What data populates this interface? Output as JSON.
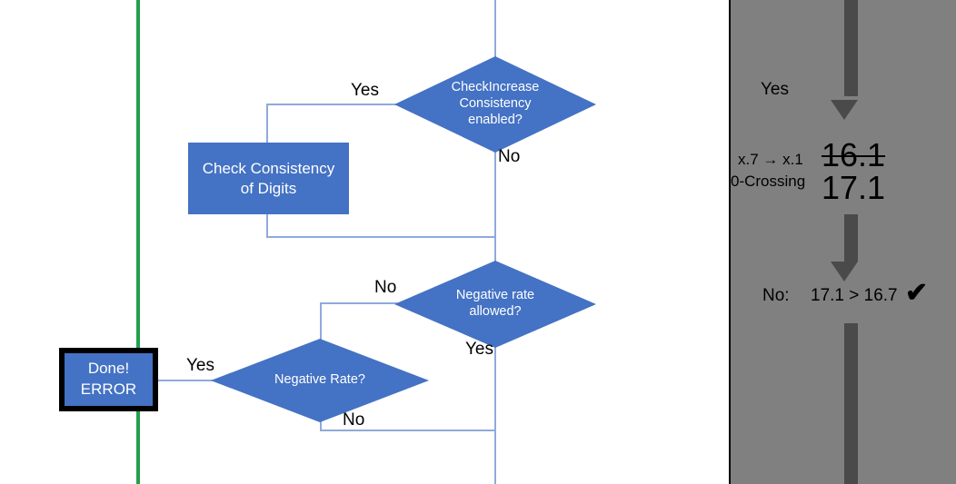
{
  "colors": {
    "node_fill": "#4472C4",
    "node_text": "#FFFFFF",
    "connector": "#8FAADC",
    "divider_green": "#21A04A",
    "panel_background": "#808080",
    "panel_arrow": "#4A4A4A",
    "panel_text": "#000000",
    "error_border": "#000000"
  },
  "flowchart": {
    "nodes": {
      "check_increase": {
        "shape": "diamond",
        "lines": [
          "CheckIncrease",
          "Consistency",
          "enabled?"
        ]
      },
      "check_consistency": {
        "shape": "process",
        "lines": [
          "Check Consistency",
          "of Digits"
        ]
      },
      "negative_allowed": {
        "shape": "diamond",
        "lines": [
          "Negative rate",
          "allowed?"
        ]
      },
      "negative_rate": {
        "shape": "diamond",
        "lines": [
          "Negative Rate?"
        ]
      },
      "done_error": {
        "shape": "terminator",
        "line1": "Done!",
        "line2": "ERROR"
      }
    },
    "edge_labels": {
      "check_increase_yes": "Yes",
      "check_increase_no": "No",
      "negative_allowed_no": "No",
      "negative_allowed_yes": "Yes",
      "negative_rate_yes": "Yes",
      "negative_rate_no": "No"
    }
  },
  "right_panel": {
    "yes_label": "Yes",
    "row_label_1": "x.7 → x.1",
    "row_label_2": "0-Crossing",
    "value_struck": "16.1",
    "value_current": "17.1",
    "no_label": "No:",
    "comparison": "17.1 > 16.7",
    "check_mark": "✔"
  }
}
